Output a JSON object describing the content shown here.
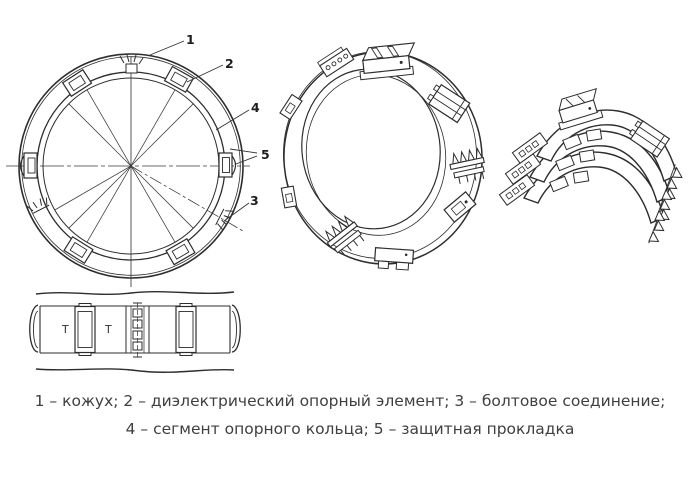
{
  "figure": {
    "colors": {
      "background": "#ffffff",
      "line": "#2d2d2d",
      "caption_text": "#3f3f3f"
    },
    "callouts": {
      "n1": "1",
      "n2": "2",
      "n3": "3",
      "n4": "4",
      "n5": "5"
    },
    "section_marks": {
      "t_left": "Т",
      "t_right": "Т"
    },
    "caption": {
      "line1": "1 – кожух; 2 – диэлектрический опорный элемент; 3 – болтовое соединение;",
      "line2": "4 – сегмент опорного кольца; 5 – защитная прокладка"
    }
  }
}
